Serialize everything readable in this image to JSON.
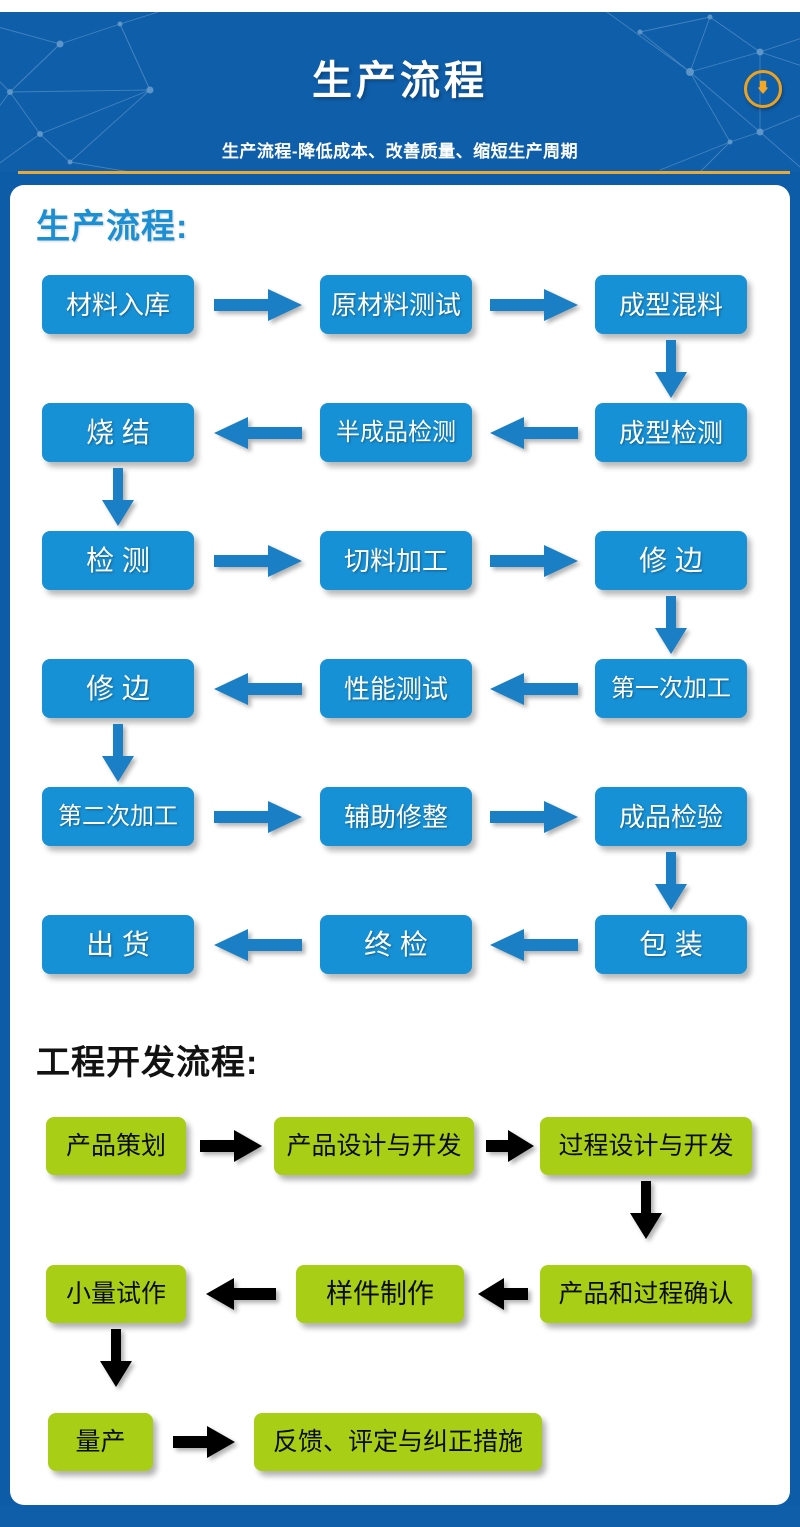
{
  "header": {
    "title": "生产流程",
    "subtitle": "生产流程-降低成本、改善质量、缩短生产周期",
    "download_icon": "download-arrow-icon"
  },
  "production": {
    "section_title": "生产流程:",
    "accent_color": "#1791d5",
    "arrow_color": "#1a7fc4",
    "rows": [
      {
        "direction": "right",
        "nodes": [
          "材料入库",
          "原材料测试",
          "成型混料"
        ]
      },
      {
        "direction": "left",
        "nodes": [
          "烧 结",
          "半成品检测",
          "成型检测"
        ]
      },
      {
        "direction": "right",
        "nodes": [
          "检 测",
          "切料加工",
          "修 边"
        ]
      },
      {
        "direction": "left",
        "nodes": [
          "修 边",
          "性能测试",
          "第一次加工"
        ]
      },
      {
        "direction": "right",
        "nodes": [
          "第二次加工",
          "辅助修整",
          "成品检验"
        ]
      },
      {
        "direction": "left",
        "nodes": [
          "出 货",
          "终 检",
          "包 装"
        ]
      }
    ]
  },
  "engineering": {
    "section_title": "工程开发流程:",
    "accent_color": "#a8cf15",
    "arrow_color": "#000000",
    "rows": [
      {
        "direction": "right",
        "nodes": [
          "产品策划",
          "产品设计与开发",
          "过程设计与开发"
        ]
      },
      {
        "direction": "left",
        "nodes": [
          "小量试作",
          "样件制作",
          "产品和过程确认"
        ]
      },
      {
        "direction": "right",
        "nodes": [
          "量产",
          "反馈、评定与纠正措施"
        ]
      }
    ]
  },
  "colors": {
    "page_background": "#0f5ea9",
    "card_background": "#ffffff",
    "gold_rule": "#e8a93a",
    "badge_ring": "#eda21f",
    "badge_arrow": "#f5a623"
  }
}
